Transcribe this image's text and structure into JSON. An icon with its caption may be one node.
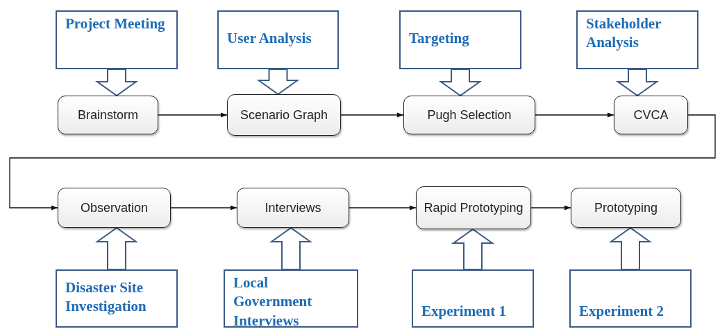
{
  "diagram": {
    "nodes": [
      {
        "text": [
          "Project Meeting"
        ]
      },
      {
        "text": [
          "User Analysis"
        ]
      },
      {
        "text": [
          "Targeting"
        ]
      },
      {
        "text": [
          "Stakeholder Analysis"
        ]
      },
      {
        "text": [
          "Brainstorm"
        ]
      },
      {
        "text": [
          "Scenario Graph"
        ]
      },
      {
        "text": [
          "Pugh Selection"
        ]
      },
      {
        "text": [
          "CVCA"
        ]
      },
      {
        "text": [
          "Observation"
        ]
      },
      {
        "text": [
          "Interviews"
        ]
      },
      {
        "text": [
          "Rapid Prototyping"
        ]
      },
      {
        "text": [
          "Prototyping"
        ]
      },
      {
        "text": [
          "Disaster Site Investigation"
        ]
      },
      {
        "text": [
          "Local Government Interviews"
        ]
      },
      {
        "text": [
          "Experiment 1"
        ]
      },
      {
        "text": [
          "Experiment 2"
        ]
      }
    ],
    "edges": [
      {
        "from": 0,
        "to": 4,
        "arrow": "to",
        "style": "thick",
        "color": "#3b5b85"
      },
      {
        "from": 1,
        "to": 5,
        "arrow": "to",
        "style": "thick",
        "color": "#3b5b85"
      },
      {
        "from": 2,
        "to": 6,
        "arrow": "to",
        "style": "thick",
        "color": "#3b5b85"
      },
      {
        "from": 3,
        "to": 7,
        "arrow": "to",
        "style": "thick",
        "color": "#3b5b85"
      },
      {
        "from": 4,
        "to": 5,
        "arrow": "to"
      },
      {
        "from": 5,
        "to": 6,
        "arrow": "to"
      },
      {
        "from": 6,
        "to": 7,
        "arrow": "to"
      },
      {
        "from": 7,
        "to": 8,
        "arrow": "to"
      },
      {
        "from": 8,
        "to": 9,
        "arrow": "to"
      },
      {
        "from": 9,
        "to": 10,
        "arrow": "to"
      },
      {
        "from": 10,
        "to": 11,
        "arrow": "to"
      },
      {
        "from": 12,
        "to": 8,
        "arrow": "to",
        "style": "thick",
        "color": "#3b5b85"
      },
      {
        "from": 13,
        "to": 9,
        "arrow": "to",
        "style": "thick",
        "color": "#3b5b85"
      },
      {
        "from": 14,
        "to": 10,
        "arrow": "to",
        "style": "thick",
        "color": "#3b5b85"
      },
      {
        "from": 15,
        "to": 11,
        "arrow": "to",
        "style": "thick",
        "color": "#3b5b85"
      }
    ]
  }
}
